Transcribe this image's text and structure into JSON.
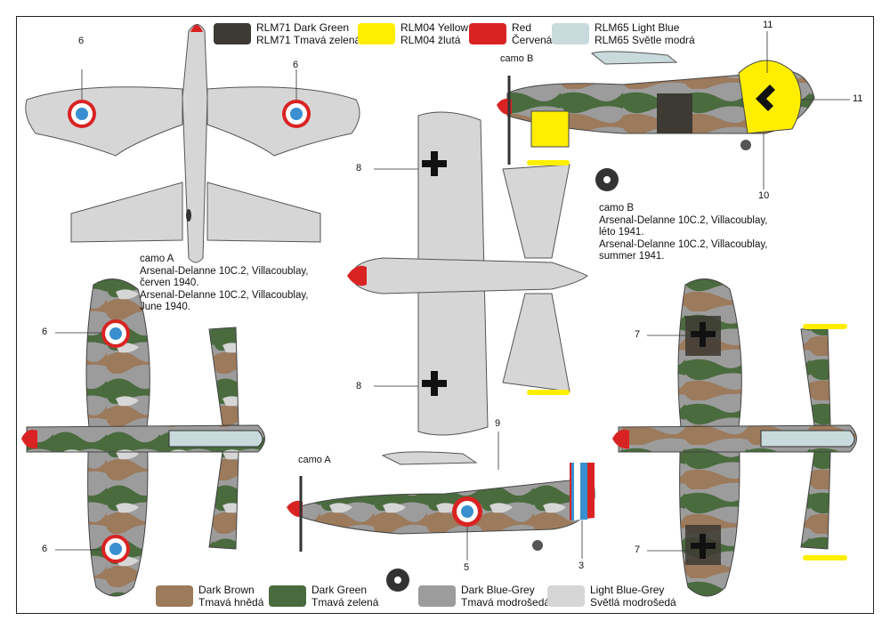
{
  "legend_top": [
    {
      "name": "RLM71 Dark Green",
      "name_cz": "RLM71 Tmavá zelená",
      "color": "#3d3a33"
    },
    {
      "name": "RLM04 Yellow",
      "name_cz": "RLM04 žlutá",
      "color": "#ffee00"
    },
    {
      "name": "Red",
      "name_cz": "Červená",
      "color": "#d92323"
    },
    {
      "name": "RLM65 Light Blue",
      "name_cz": "RLM65 Světle modrá",
      "color": "#c8dadc"
    }
  ],
  "legend_bottom": [
    {
      "name": "Dark Brown",
      "name_cz": "Tmavá hnědá",
      "color": "#9c7a5c"
    },
    {
      "name": "Dark Green",
      "name_cz": "Tmavá zelená",
      "color": "#4a6b3e"
    },
    {
      "name": "Dark Blue-Grey",
      "name_cz": "Tmavá modrošedá",
      "color": "#9c9c9c"
    },
    {
      "name": "Light Blue-Grey",
      "name_cz": "Světlá modrošedá",
      "color": "#d6d6d6"
    }
  ],
  "caption_a": {
    "camo": "camo A",
    "line1": "Arsenal-Delanne 10C.2, Villacoublay,",
    "line2": "červen 1940.",
    "line3": "Arsenal-Delanne 10C.2, Villacoublay,",
    "line4": "June 1940."
  },
  "caption_b": {
    "camo": "camo B",
    "line1": "Arsenal-Delanne 10C.2, Villacoublay,",
    "line2": "léto 1941.",
    "line3": "Arsenal-Delanne 10C.2, Villacoublay,",
    "line4": "summer 1941."
  },
  "view_labels": {
    "camo_a_side": "camo A",
    "camo_b_side": "camo B"
  },
  "callouts": {
    "n3": "3",
    "n5": "5",
    "n6": "6",
    "n7": "7",
    "n8": "8",
    "n9": "9",
    "n10": "10",
    "n11": "11"
  }
}
